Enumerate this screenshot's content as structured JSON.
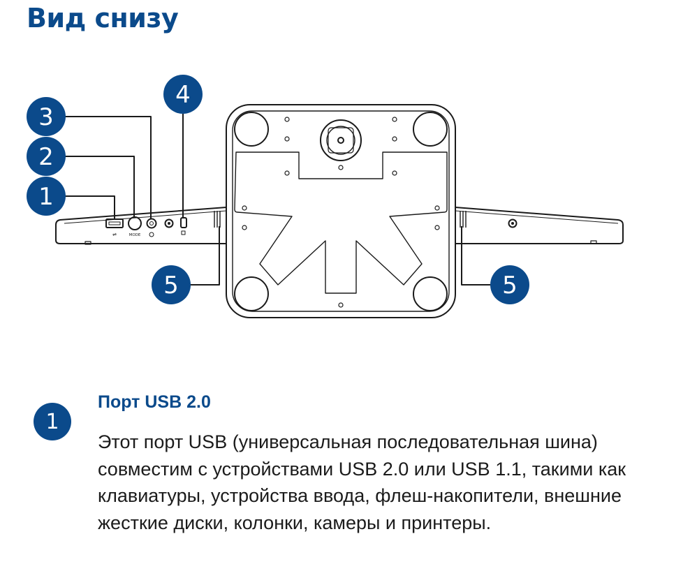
{
  "page": {
    "title": "Вид снизу"
  },
  "colors": {
    "accent": "#0b4a8b",
    "line": "#1a1a1a",
    "text": "#1b1b1b"
  },
  "diagram": {
    "callouts": [
      "1",
      "2",
      "3",
      "4",
      "5",
      "5"
    ],
    "port_labels": {
      "mode": "MODE"
    }
  },
  "section": {
    "number": "1",
    "title": "Порт USB 2.0",
    "body": "Этот порт USB (универсальная последовательная шина) совместим с устройствами USB 2.0 или USB 1.1, такими как клавиатуры, устройства ввода, флеш-накопители, внешние жесткие диски, колонки, камеры и принтеры."
  }
}
